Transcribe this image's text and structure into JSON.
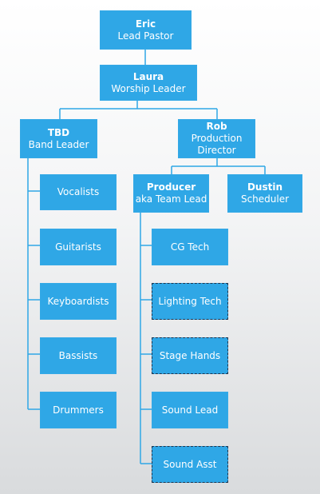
{
  "nodes": {
    "eric": {
      "name": "Eric",
      "role": "Lead Pastor"
    },
    "laura": {
      "name": "Laura",
      "role": "Worship Leader"
    },
    "tbd": {
      "name": "TBD",
      "role": "Band Leader"
    },
    "rob": {
      "name": "Rob",
      "role": "Production",
      "role2": "Director"
    },
    "producer": {
      "name": "Producer",
      "role": "aka Team Lead"
    },
    "dustin": {
      "name": "Dustin",
      "role": "Scheduler"
    },
    "vocalists": {
      "label": "Vocalists"
    },
    "guitarists": {
      "label": "Guitarists"
    },
    "keyboardists": {
      "label": "Keyboardists"
    },
    "bassists": {
      "label": "Bassists"
    },
    "drummers": {
      "label": "Drummers"
    },
    "cg_tech": {
      "label": "CG Tech"
    },
    "lighting_tech": {
      "label": "Lighting Tech"
    },
    "stage_hands": {
      "label": "Stage Hands"
    },
    "sound_lead": {
      "label": "Sound Lead"
    },
    "sound_asst": {
      "label": "Sound Asst"
    }
  },
  "colors": {
    "box": "#2fa7e6",
    "line": "#2fa7e6",
    "dashed_border": "#1c3550"
  }
}
